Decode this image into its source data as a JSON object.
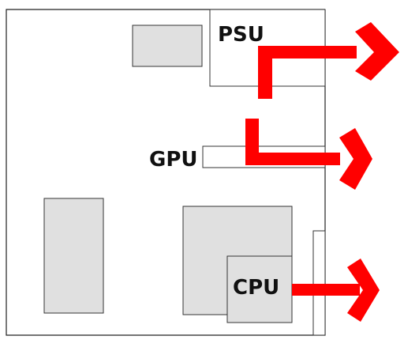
{
  "labels": {
    "psu": "PSU",
    "gpu": "GPU",
    "cpu": "CPU"
  },
  "colors": {
    "airflow_arrow": "#ff0000",
    "component_fill": "#e0e0e0",
    "outline": "#222222",
    "background": "#ffffff"
  }
}
